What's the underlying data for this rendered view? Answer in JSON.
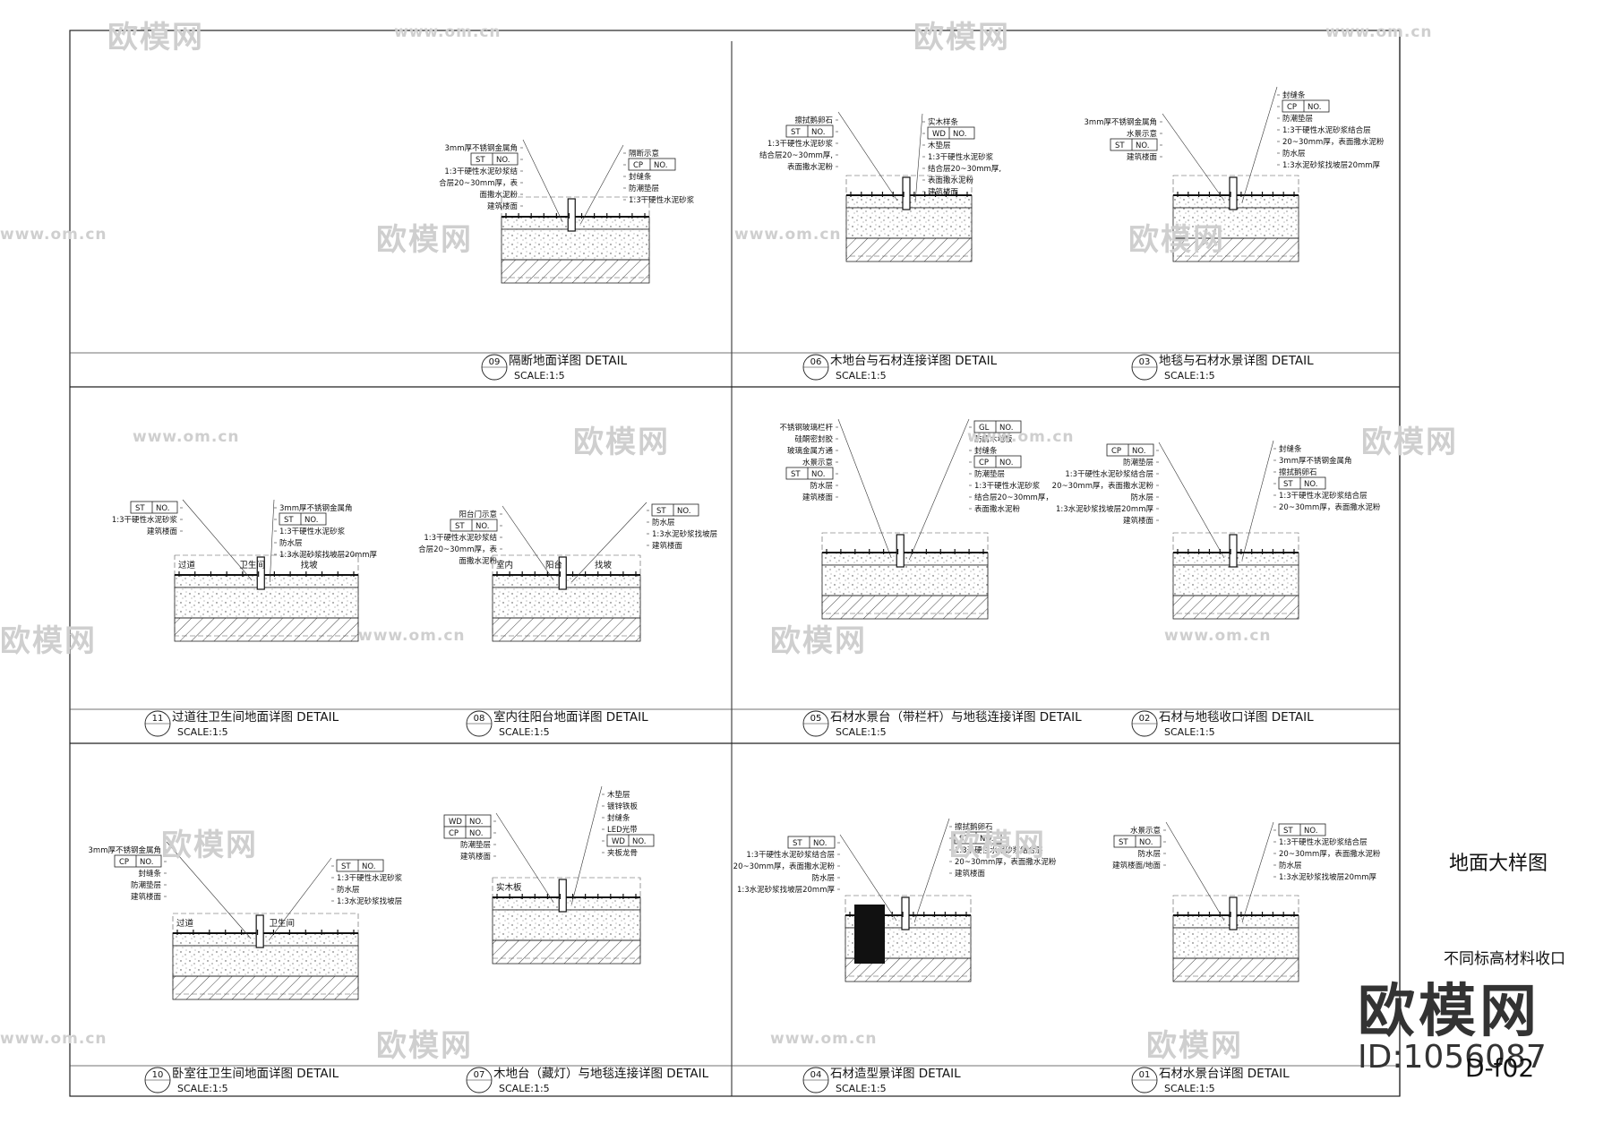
{
  "sheet": {
    "title": "地面大样图",
    "subtitle": "不同标高材料收口",
    "number": "D-f02",
    "brand": "欧模网",
    "brand_id": "ID:1056087"
  },
  "watermarks": {
    "cn": "欧模网",
    "url": "www.om.cn"
  },
  "details": [
    {
      "num": "09",
      "title": "隔断地面详图   DETAIL",
      "scale": "SCALE:1:5",
      "labels_left": [
        "3mm厚不锈钢金属角",
        "ST|NO.",
        "1:3干硬性水泥砂浆结",
        "合层20~30mm厚，表",
        "面撒水泥粉",
        "建筑楼面"
      ],
      "labels_right": [
        "隔断示意",
        "CP|NO.",
        "封缝条",
        "防潮垫层",
        "1:3干硬性水泥砂浆"
      ]
    },
    {
      "num": "06",
      "title": "木地台与石材连接详图   DETAIL",
      "scale": "SCALE:1:5",
      "labels_left": [
        "擦拭鹅卵石",
        "ST|NO.",
        "1:3干硬性水泥砂浆",
        "结合层20~30mm厚,",
        "表面撒水泥粉"
      ],
      "labels_right": [
        "实木样条",
        "WD|NO.",
        "木垫层",
        "1:3干硬性水泥砂浆",
        "结合层20~30mm厚,",
        "表面撒水泥粉",
        "建筑楼面"
      ]
    },
    {
      "num": "03",
      "title": "地毯与石材水景详图   DETAIL",
      "scale": "SCALE:1:5",
      "labels_left": [
        "3mm厚不锈钢金属角",
        "水景示意",
        "ST|NO.",
        "建筑楼面"
      ],
      "labels_right": [
        "封缝条",
        "CP|NO.",
        "防潮垫层",
        "1:3干硬性水泥砂浆结合层",
        "20~30mm厚，表面撒水泥粉",
        "防水层",
        "1:3水泥砂浆找坡层20mm厚"
      ]
    },
    {
      "num": "11",
      "title": "过道往卫生间地面详图   DETAIL",
      "scale": "SCALE:1:5",
      "labels_left": [
        "ST|NO.",
        "1:3干硬性水泥砂浆",
        "建筑楼面"
      ],
      "labels_right": [
        "3mm厚不锈钢金属角",
        "ST|NO.",
        "1:3干硬性水泥砂浆",
        "防水层",
        "1:3水泥砂浆找坡层20mm厚"
      ],
      "room_labels": [
        "过道",
        "卫生间",
        "找坡"
      ]
    },
    {
      "num": "08",
      "title": "室内往阳台地面详图   DETAIL",
      "scale": "SCALE:1:5",
      "labels_left": [
        "阳台门示意",
        "ST|NO.",
        "1:3干硬性水泥砂浆结",
        "合层20~30mm厚，表",
        "面撒水泥粉"
      ],
      "labels_right": [
        "ST|NO.",
        "防水层",
        "1:3水泥砂浆找坡层",
        "建筑楼面"
      ],
      "room_labels": [
        "室内",
        "阳台",
        "找坡"
      ]
    },
    {
      "num": "05",
      "title": "石材水景台（带栏杆）与地毯连接详图   DETAIL",
      "scale": "SCALE:1:5",
      "labels_left": [
        "不锈钢玻璃栏杆",
        "硅酮密封胶",
        "玻璃金属方通",
        "水景示意",
        "ST|NO.",
        "防水层",
        "建筑楼面"
      ],
      "labels_right": [
        "GL|NO.",
        "防腐木地板",
        "封缝条",
        "CP|NO.",
        "防潮垫层",
        "1:3干硬性水泥砂浆",
        "结合层20~30mm厚，",
        "表面撒水泥粉"
      ]
    },
    {
      "num": "02",
      "title": "石材与地毯收口详图   DETAIL",
      "scale": "SCALE:1:5",
      "labels_left": [
        "CP|NO.",
        "防潮垫层",
        "1:3干硬性水泥砂浆结合层",
        "20~30mm厚，表面撒水泥粉",
        "防水层",
        "1:3水泥砂浆找坡层20mm厚",
        "建筑楼面"
      ],
      "labels_right": [
        "封缝条",
        "3mm厚不锈钢金属角",
        "擦拭鹅卵石",
        "ST|NO.",
        "1:3干硬性水泥砂浆结合层",
        "20~30mm厚，表面撒水泥粉"
      ]
    },
    {
      "num": "10",
      "title": "卧室往卫生间地面详图   DETAIL",
      "scale": "SCALE:1:5",
      "labels_left": [
        "3mm厚不锈钢金属角",
        "CP|NO.",
        "封缝条",
        "防潮垫层",
        "建筑楼面"
      ],
      "labels_right": [
        "ST|NO.",
        "1:3干硬性水泥砂浆",
        "防水层",
        "1:3水泥砂浆找坡层"
      ],
      "room_labels": [
        "过道",
        "卫生间"
      ]
    },
    {
      "num": "07",
      "title": "木地台（藏灯）与地毯连接详图   DETAIL",
      "scale": "SCALE:1:5",
      "labels_left": [
        "WD|NO.",
        "CP|NO.",
        "防潮垫层",
        "建筑楼面"
      ],
      "labels_right": [
        "木垫层",
        "镀锌铁板",
        "封缝条",
        "LED光带",
        "WD|NO.",
        "夹板龙骨"
      ],
      "room_labels": [
        "实木板"
      ]
    },
    {
      "num": "04",
      "title": "石材造型景详图   DETAIL",
      "scale": "SCALE:1:5",
      "labels_left": [
        "ST|NO.",
        "1:3干硬性水泥砂浆结合层",
        "20~30mm厚，表面撒水泥粉",
        "防水层",
        "1:3水泥砂浆找坡层20mm厚"
      ],
      "labels_right": [
        "擦拭鹅卵石",
        "ST|NO.",
        "1:3干硬性水泥砂浆结合层",
        "20~30mm厚，表面撒水泥粉",
        "建筑楼面"
      ]
    },
    {
      "num": "01",
      "title": "石材水景台详图   DETAIL",
      "scale": "SCALE:1:5",
      "labels_left": [
        "水景示意",
        "ST|NO.",
        "防水层",
        "建筑楼面/地面"
      ],
      "labels_right": [
        "ST|NO.",
        "1:3干硬性水泥砂浆结合层",
        "20~30mm厚，表面撒水泥粉",
        "防水层",
        "1:3水泥砂浆找坡层20mm厚"
      ]
    }
  ]
}
